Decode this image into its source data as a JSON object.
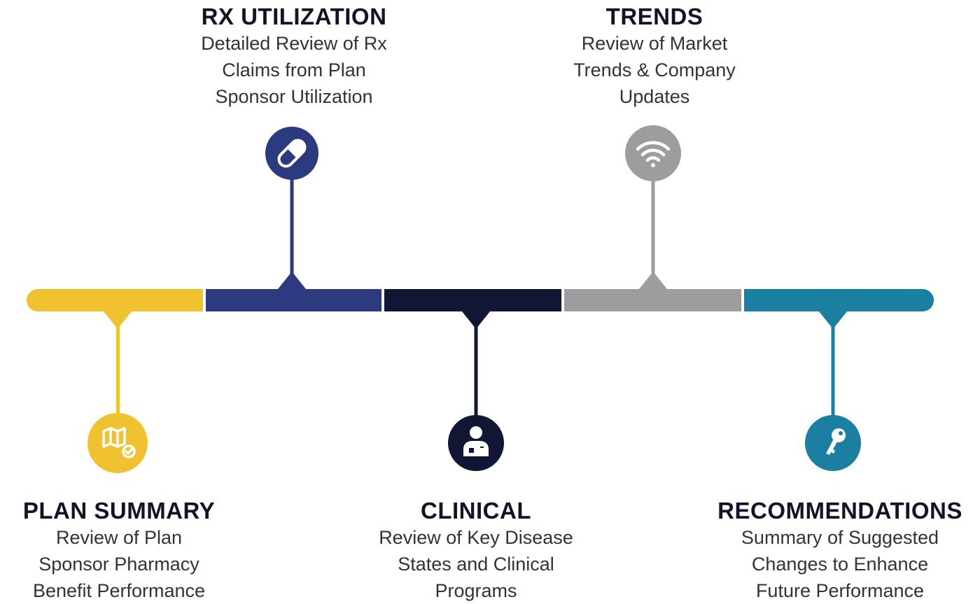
{
  "colors": {
    "plan": "#F1C230",
    "rx": "#2C3A80",
    "clinical": "#121635",
    "trends": "#9C9D9F",
    "recommendations": "#1A7FA1"
  },
  "stages": [
    {
      "key": "plan",
      "title": "PLAN SUMMARY",
      "desc": [
        "Review of Plan",
        "Sponsor Pharmacy",
        "Benefit Performance"
      ],
      "icon": "map-check-icon",
      "position": "below"
    },
    {
      "key": "rx",
      "title": "RX UTILIZATION",
      "desc": [
        "Detailed Review of Rx",
        "Claims from Plan",
        "Sponsor Utilization"
      ],
      "icon": "pill-icon",
      "position": "above"
    },
    {
      "key": "clinical",
      "title": "CLINICAL",
      "desc": [
        "Review of Key Disease",
        "States and Clinical",
        "Programs"
      ],
      "icon": "doctor-icon",
      "position": "below"
    },
    {
      "key": "trends",
      "title": "TRENDS",
      "desc": [
        "Review of Market",
        "Trends & Company",
        "Updates"
      ],
      "icon": "wifi-icon",
      "position": "above"
    },
    {
      "key": "recommendations",
      "title": "RECOMMENDATIONS",
      "desc": [
        "Summary of Suggested",
        "Changes to Enhance",
        "Future Performance"
      ],
      "icon": "key-icon",
      "position": "below"
    }
  ]
}
